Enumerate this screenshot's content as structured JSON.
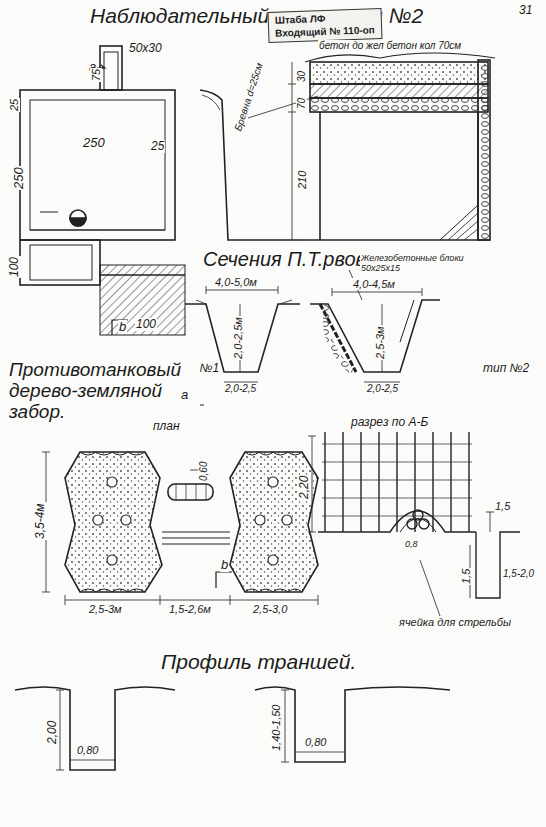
{
  "diagram": {
    "title": "Наблюдательный пункт тип №2",
    "nodes": [
      {
        "text": [
          "Штаба ЛФ",
          "Входящий № 110-оп"
        ]
      }
    ],
    "labels": [
      "а",
      "50х30",
      "25",
      "75",
      "250",
      "25",
      "250",
      "100",
      "100",
      "b",
      "бетон до жел бетон кол 70см",
      "30",
      "70",
      "Бревна d=25см",
      "210",
      "Сечения П.Т.рвов",
      "Железобетонные блоки 50х25х15",
      "4,0-5,0м",
      "2,0-2,5м",
      "тип №1",
      "2,0-2,5",
      "4,0-4,5м",
      "2,5-3м",
      "тип №2",
      "2,0-2,5",
      "Противотанковый дерево-земляной забор.",
      "а",
      "план",
      "0,60",
      "3,5-4м",
      "2,5-3м",
      "1,5-2,6м",
      "2,5-3,0",
      "b",
      "разрез по А-Б",
      "2,20",
      "1,5",
      "1,5",
      "1,5-2,0",
      "0,8",
      "ячейка для стрельбы",
      "Профиль траншей.",
      "2,00",
      "0,80",
      "1,40-1,50",
      "0,80",
      "31"
    ]
  }
}
